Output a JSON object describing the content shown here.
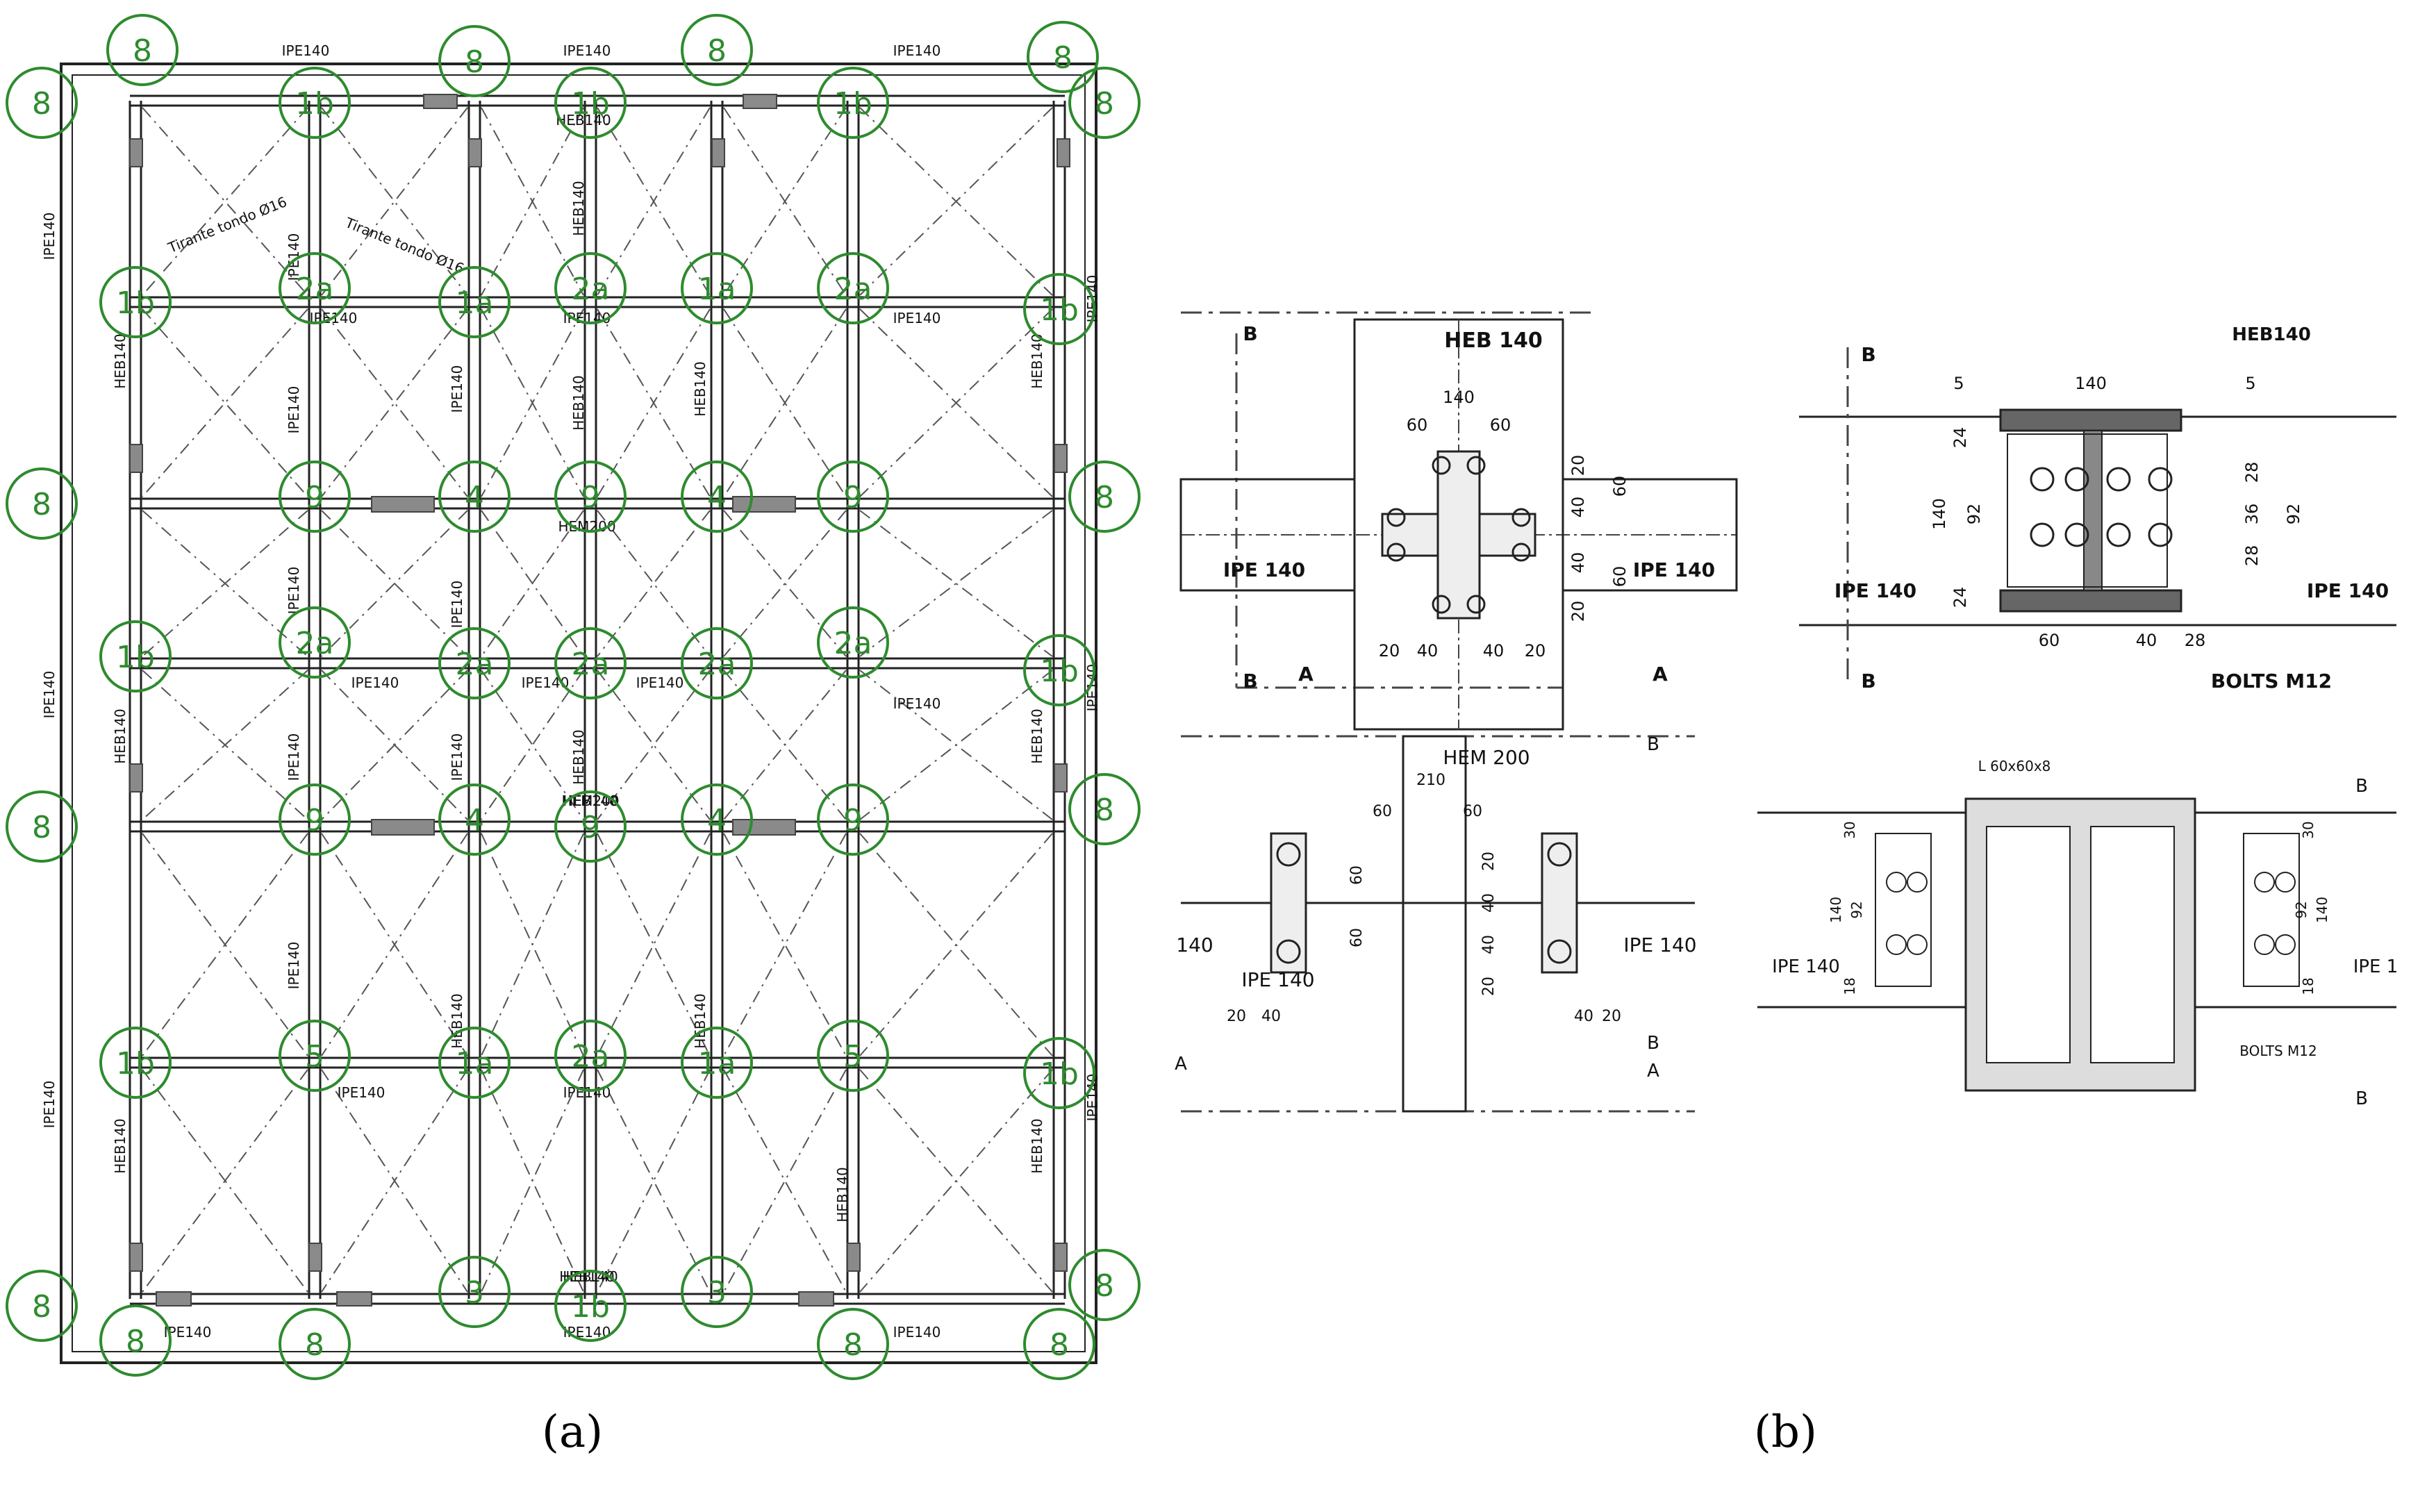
{
  "captions": {
    "a": "(a)",
    "b": "(b)"
  },
  "colors": {
    "marker": "#2e8b2e",
    "line": "#222222",
    "hatch": "#777777",
    "red": "#cc2222"
  },
  "plan": {
    "member_labels": [
      "IPE140",
      "IPE140",
      "IPE140",
      "HEB140",
      "HEB140",
      "IPE140",
      "IPE140",
      "IPE140",
      "HEM200",
      "HEM200",
      "IPE140",
      "IPE140",
      "IPE140",
      "IPE140",
      "IPE140",
      "IPE140",
      "HEB140",
      "HEB140",
      "IPE140",
      "IPE140",
      "IPE140",
      "IPE140",
      "IPE140",
      "IPE140",
      "IPE140",
      "IPE140",
      "IPE140",
      "IPE140",
      "IPE140",
      "IPE140",
      "IPE140",
      "IPE140",
      "IPE140",
      "IPE140",
      "IPE140",
      "HEB140",
      "HEB140",
      "HEB140",
      "HEB140",
      "HEB140",
      "HEB140",
      "HEB140",
      "HEB140",
      "HEB140",
      "HEB140",
      "HEB140",
      "HEB140",
      "HEB140"
    ],
    "tie_labels": [
      "Tirante tondo Ø16",
      "Tirante tondo Ø16"
    ],
    "markers": [
      "8",
      "8",
      "8",
      "8",
      "8",
      "1b",
      "1b",
      "1b",
      "8",
      "1b",
      "2a",
      "1a",
      "2a",
      "1a",
      "2a",
      "1b",
      "8",
      "9",
      "4",
      "9",
      "4",
      "9",
      "8",
      "1b",
      "2a",
      "2a",
      "2a",
      "2a",
      "2a",
      "1b",
      "8",
      "9",
      "4",
      "9",
      "4",
      "9",
      "8",
      "1b",
      "5",
      "1a",
      "2a",
      "1a",
      "5",
      "1b",
      "8",
      "3",
      "3",
      "8",
      "8",
      "8",
      "1b",
      "8",
      "8"
    ]
  },
  "detail": {
    "top_left": {
      "section_labels": [
        "B",
        "B",
        "A",
        "A"
      ],
      "member_labels": [
        "HEB 140",
        "IPE 140",
        "IPE 140"
      ],
      "dims": [
        "140",
        "60",
        "60",
        "20",
        "40",
        "60",
        "40",
        "60",
        "20",
        "20",
        "40",
        "40",
        "20"
      ]
    },
    "top_right": {
      "section_labels": [
        "B",
        "B"
      ],
      "member_labels": [
        "HEB140",
        "IPE 140",
        "IPE 140",
        "BOLTS M12"
      ],
      "dims": [
        "5",
        "140",
        "5",
        "24",
        "140",
        "92",
        "24",
        "28",
        "36",
        "28",
        "92",
        "60",
        "40",
        "28"
      ]
    },
    "bottom_left": {
      "section_labels": [
        "B",
        "A",
        "B",
        "A"
      ],
      "member_labels": [
        "HEM 200",
        "140",
        "IPE 140",
        "IPE 140"
      ],
      "dims": [
        "210",
        "60",
        "60",
        "60",
        "60",
        "20",
        "40",
        "40",
        "20",
        "20",
        "40",
        "40",
        "20"
      ]
    },
    "bottom_right": {
      "section_labels": [
        "B",
        "B"
      ],
      "member_labels": [
        "IPE 140",
        "IPE 1",
        "BOLTS M12"
      ],
      "dims": [
        "L 60x60x8",
        "30",
        "140",
        "92",
        "18",
        "30",
        "140",
        "92",
        "18"
      ]
    }
  }
}
